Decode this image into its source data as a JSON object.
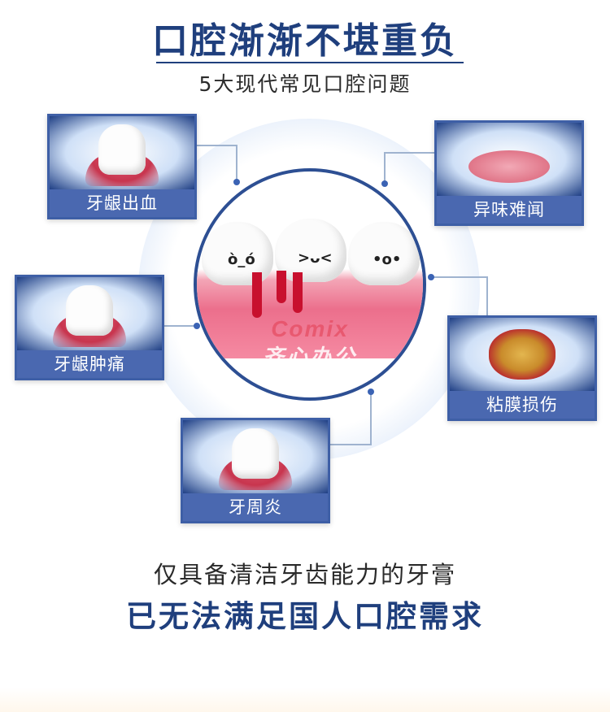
{
  "header": {
    "title": "口腔渐渐不堪重负",
    "subtitle": "5大现代常见口腔问题"
  },
  "watermark": {
    "brand": "Comix",
    "brand_cn": "齐心办公"
  },
  "problems": [
    {
      "label": "牙龈出血",
      "icon": "bleeding-gum-tooth"
    },
    {
      "label": "异味难闻",
      "icon": "bad-breath-lips"
    },
    {
      "label": "牙龈肿痛",
      "icon": "swollen-gum-tooth"
    },
    {
      "label": "粘膜损伤",
      "icon": "mouth-ulcer"
    },
    {
      "label": "牙周炎",
      "icon": "periodontitis-tooth"
    }
  ],
  "footer": {
    "line1": "仅具备清洁牙齿能力的牙膏",
    "line2": "已无法满足国人口腔需求"
  },
  "colors": {
    "primary": "#1f3f7d",
    "card_border": "#3e5fa6",
    "label_bg": "#4a68b0",
    "gum": "#ec6f8c",
    "blood": "#c8102e"
  }
}
